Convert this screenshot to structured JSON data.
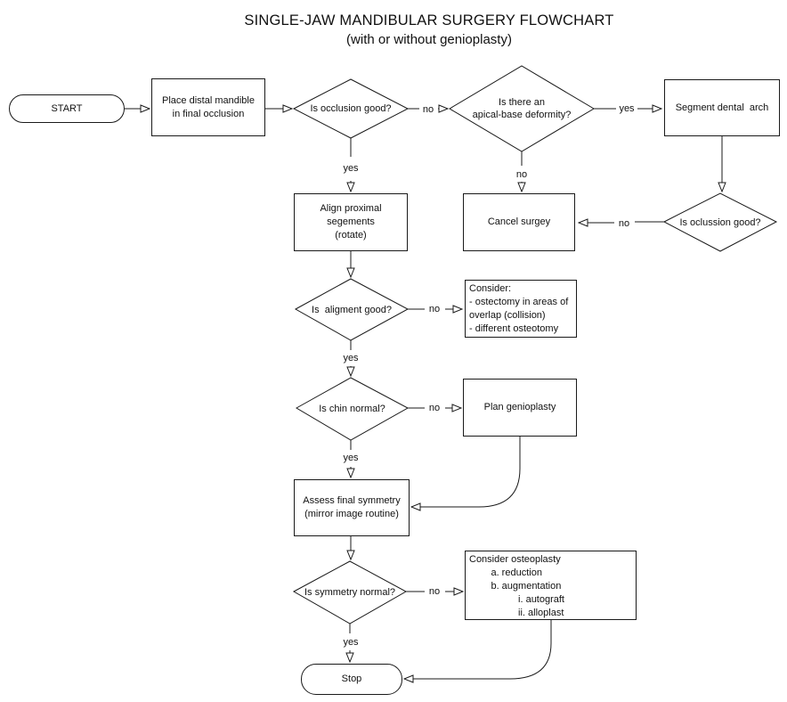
{
  "title": "SINGLE-JAW MANDIBULAR SURGERY FLOWCHART",
  "subtitle": "(with or without genioplasty)",
  "colors": {
    "stroke": "#1a1a1a",
    "text": "#111111",
    "background": "#ffffff"
  },
  "nodes": {
    "start": {
      "type": "terminator",
      "label": "START"
    },
    "place": {
      "type": "process",
      "label": "Place distal mandible\nin final occlusion"
    },
    "occlusion1": {
      "type": "decision",
      "label": "Is occlusion good?"
    },
    "apical": {
      "type": "decision",
      "label": "Is there an\napical-base deformity?"
    },
    "segment": {
      "type": "process",
      "label": "Segment dental  arch"
    },
    "occlusion2": {
      "type": "decision",
      "label": "Is oclussion good?"
    },
    "cancel": {
      "type": "process",
      "label": "Cancel surgey"
    },
    "align": {
      "type": "process",
      "label": "Align proximal\nsegements\n(rotate)"
    },
    "alignment": {
      "type": "decision",
      "label": "Is  aligment good?"
    },
    "ostectomy": {
      "type": "process",
      "label": "Consider:\n- ostectomy in areas of\noverlap (collision)\n- different osteotomy"
    },
    "chin": {
      "type": "decision",
      "label": "Is chin normal?"
    },
    "plan": {
      "type": "process",
      "label": "Plan genioplasty"
    },
    "assess": {
      "type": "process",
      "label": "Assess final symmetry\n(mirror image routine)"
    },
    "symmetry": {
      "type": "decision",
      "label": "Is symmetry normal?"
    },
    "osteoplasty": {
      "type": "process",
      "label": "Consider osteoplasty\n        a. reduction\n        b. augmentation\n                  i. autograft\n                  ii. alloplast"
    },
    "stop": {
      "type": "terminator",
      "label": "Stop"
    }
  },
  "edge_labels": {
    "no_occlusion1": "no",
    "yes_apical": "yes",
    "yes_occlusion1": "yes",
    "no_apical": "no",
    "no_occlusion2": "no",
    "no_alignment": "no",
    "yes_alignment": "yes",
    "no_chin": "no",
    "yes_chin": "yes",
    "no_symmetry": "no",
    "yes_symmetry": "yes"
  }
}
